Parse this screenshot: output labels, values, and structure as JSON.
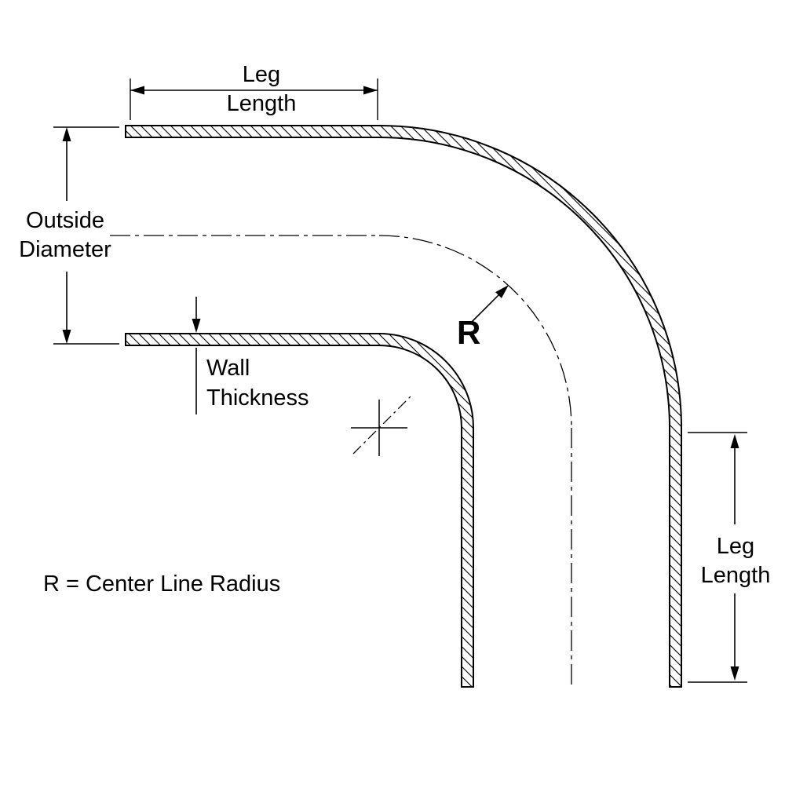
{
  "labels": {
    "top_leg": {
      "line1": "Leg",
      "line2": "Length"
    },
    "outside_diameter": {
      "line1": "Outside",
      "line2": "Diameter"
    },
    "wall_thickness": {
      "line1": "Wall",
      "line2": "Thickness"
    },
    "radius_symbol": "R",
    "radius_note": "R = Center Line Radius",
    "right_leg": {
      "line1": "Leg",
      "line2": "Length"
    }
  },
  "colors": {
    "line": "#000000",
    "outside_diameter_text": "#ff0000",
    "background": "#ffffff"
  }
}
